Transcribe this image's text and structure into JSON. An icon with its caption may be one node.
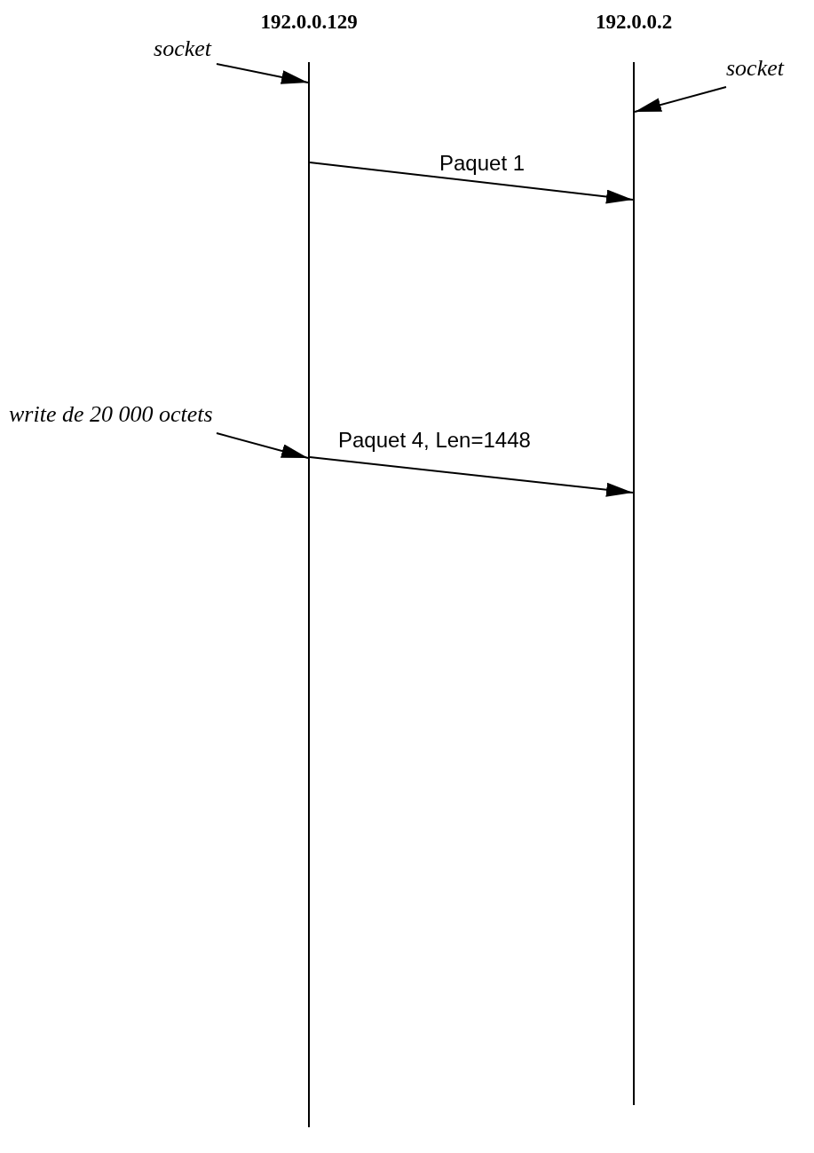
{
  "diagram": {
    "nodes": [
      {
        "text": [
          "192.0.0.129"
        ]
      },
      {
        "text": [
          "192.0.0.2"
        ]
      },
      {
        "text": [],
        "shape": "line"
      },
      {
        "text": [],
        "shape": "line"
      },
      {
        "text": [
          "socket"
        ]
      },
      {
        "text": [
          "socket"
        ]
      },
      {
        "text": [
          "write de 20 000 octets"
        ]
      }
    ],
    "edges": [
      {
        "from": 4,
        "to": 2,
        "arrow": "to"
      },
      {
        "from": 5,
        "to": 3,
        "arrow": "to"
      },
      {
        "from": 2,
        "to": 3,
        "arrow": "to",
        "label": "Paquet 1"
      },
      {
        "from": 6,
        "to": 2,
        "arrow": "to"
      },
      {
        "from": 2,
        "to": 3,
        "arrow": "to",
        "label": "Paquet 4, Len=1448"
      }
    ]
  }
}
